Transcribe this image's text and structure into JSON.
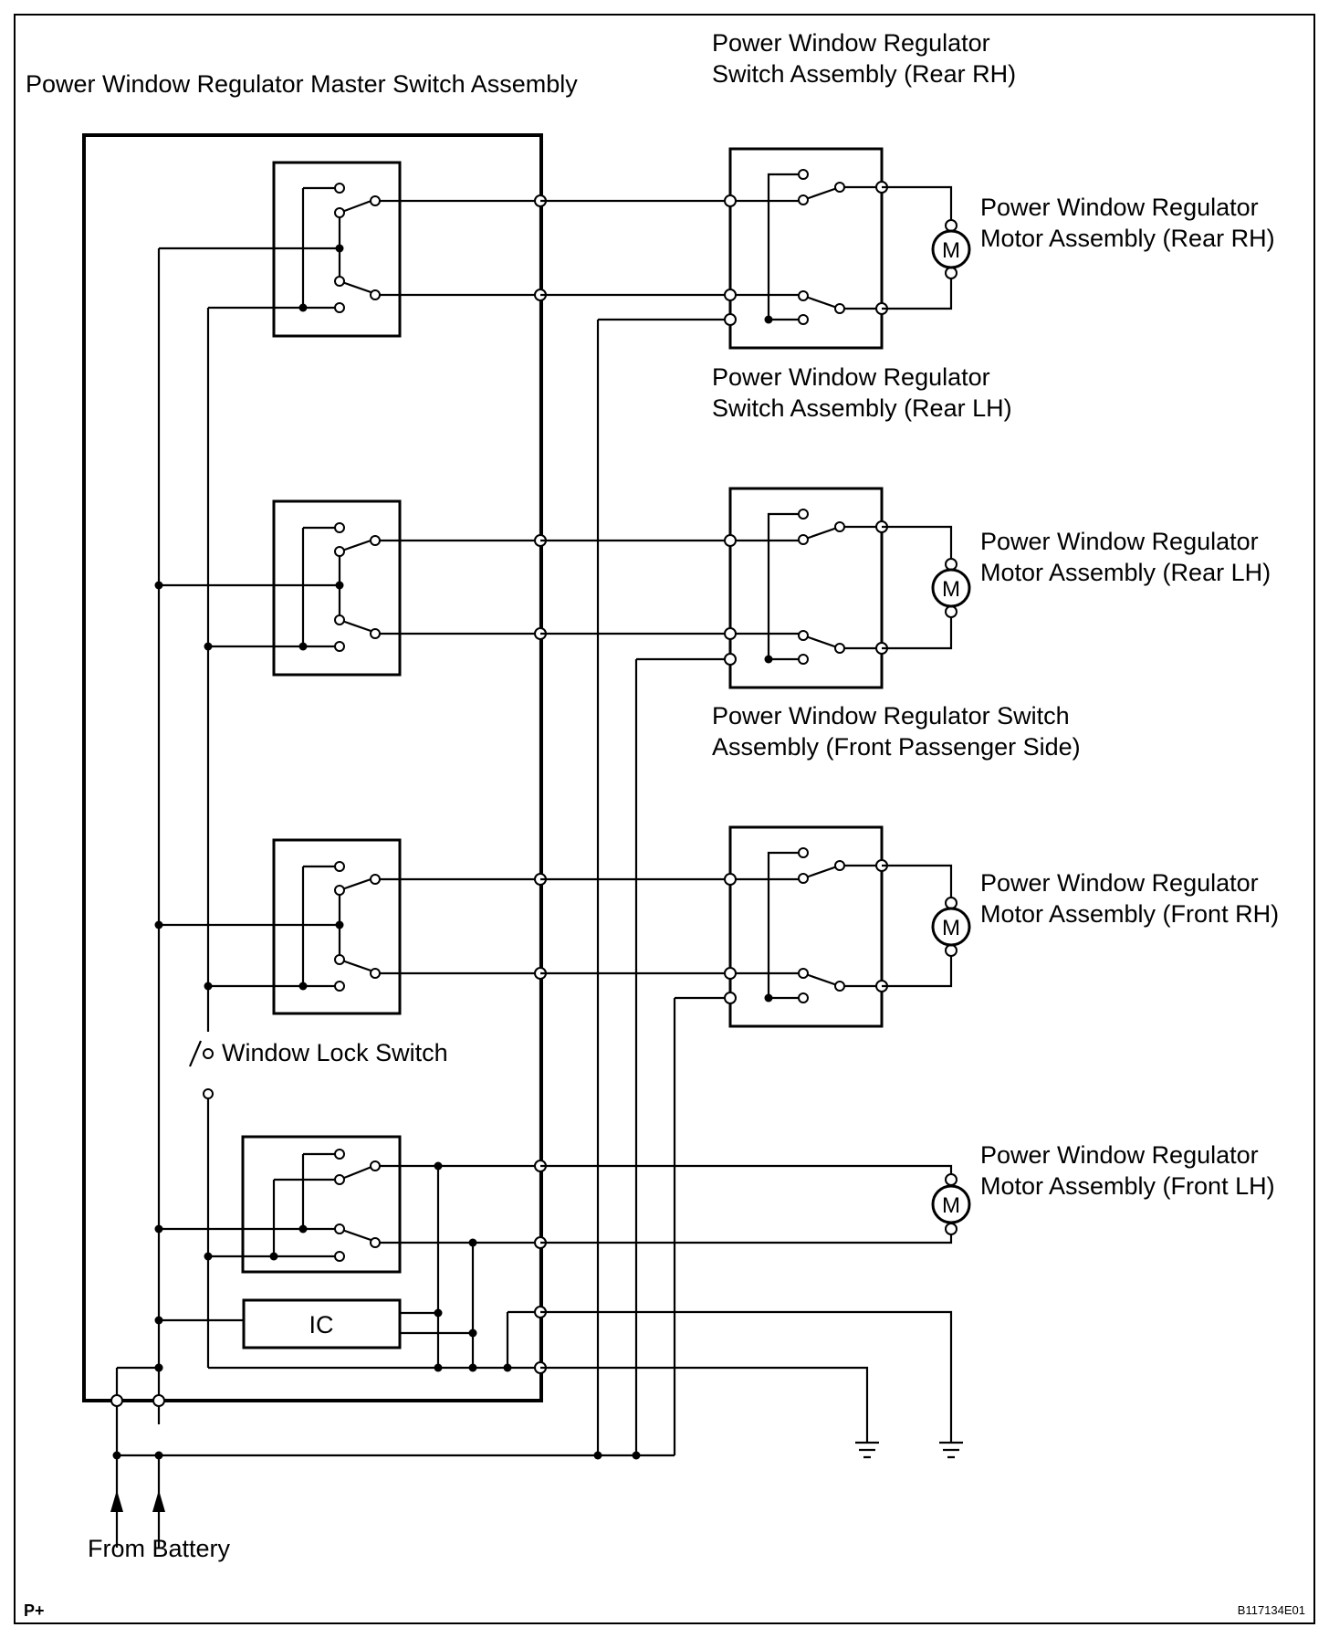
{
  "labels": {
    "master_switch": "Power Window Regulator Master Switch Assembly",
    "rear_rh_switch_l1": "Power Window Regulator",
    "rear_rh_switch_l2": "Switch Assembly (Rear RH)",
    "rear_lh_switch_l1": "Power Window Regulator",
    "rear_lh_switch_l2": "Switch Assembly (Rear LH)",
    "front_pass_switch_l1": "Power Window Regulator Switch",
    "front_pass_switch_l2": "Assembly (Front Passenger Side)",
    "motor_rear_rh_l1": "Power Window Regulator",
    "motor_rear_rh_l2": "Motor Assembly (Rear RH)",
    "motor_rear_lh_l1": "Power Window Regulator",
    "motor_rear_lh_l2": "Motor Assembly (Rear LH)",
    "motor_front_rh_l1": "Power Window Regulator",
    "motor_front_rh_l2": "Motor Assembly (Front RH)",
    "motor_front_lh_l1": "Power Window Regulator",
    "motor_front_lh_l2": "Motor Assembly (Front LH)",
    "window_lock_switch": "Window Lock Switch",
    "ic": "IC",
    "from_battery": "From Battery",
    "motor_symbol": "M",
    "page_marker": "P+",
    "figure_code": "B117134E01"
  }
}
